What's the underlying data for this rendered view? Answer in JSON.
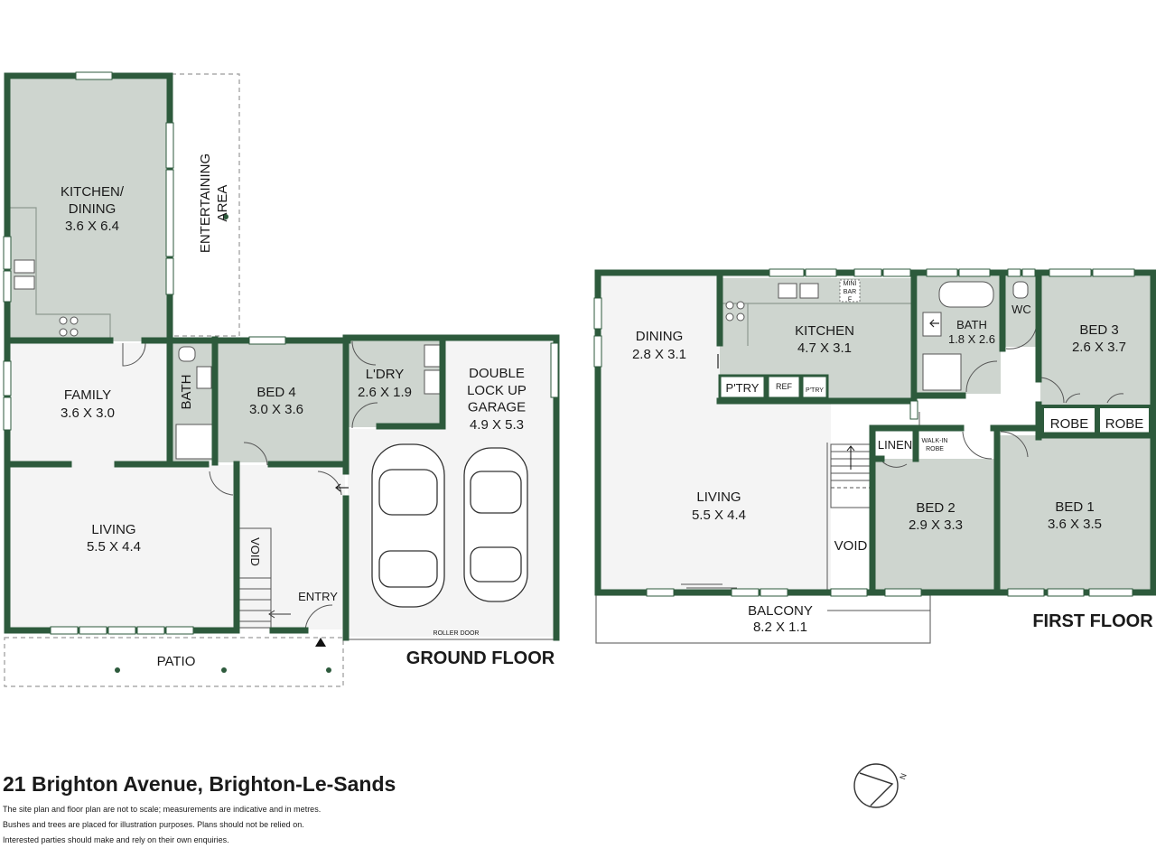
{
  "ground_floor": {
    "label": "GROUND FLOOR",
    "rooms": {
      "kitchen_dining": {
        "name": "KITCHEN/\nDINING",
        "size": "3.6 X 6.4"
      },
      "entertaining": {
        "name": "ENTERTAINING\nAREA"
      },
      "family": {
        "name": "FAMILY",
        "size": "3.6 X 3.0"
      },
      "bath": {
        "name": "BATH"
      },
      "bed4": {
        "name": "BED 4",
        "size": "3.0 X 3.6"
      },
      "laundry": {
        "name": "L'DRY",
        "size": "2.6 X 1.9"
      },
      "garage": {
        "name": "DOUBLE\nLOCK UP\nGARAGE",
        "size": "4.9 X 5.3"
      },
      "living": {
        "name": "LIVING",
        "size": "5.5 X 4.4"
      },
      "void": {
        "name": "VOID"
      },
      "entry": {
        "name": "ENTRY"
      },
      "patio": {
        "name": "PATIO"
      }
    },
    "roller_door": "ROLLER DOOR"
  },
  "first_floor": {
    "label": "FIRST FLOOR",
    "rooms": {
      "dining": {
        "name": "DINING",
        "size": "2.8 X 3.1"
      },
      "kitchen": {
        "name": "KITCHEN",
        "size": "4.7 X 3.1"
      },
      "bath": {
        "name": "BATH",
        "size": "1.8 X 2.6"
      },
      "wc": {
        "name": "WC"
      },
      "bed3": {
        "name": "BED 3",
        "size": "2.6 X 3.7"
      },
      "robe1": {
        "name": "ROBE"
      },
      "robe2": {
        "name": "ROBE"
      },
      "pantry1": {
        "name": "P'TRY"
      },
      "ref": {
        "name": "REF"
      },
      "pantry2": {
        "name": "P'TRY"
      },
      "linen": {
        "name": "LINEN"
      },
      "walkin": {
        "name": "WALK-IN\nROBE"
      },
      "living": {
        "name": "LIVING",
        "size": "5.5 X 4.4"
      },
      "void": {
        "name": "VOID"
      },
      "bed2": {
        "name": "BED 2",
        "size": "2.9 X 3.3"
      },
      "bed1": {
        "name": "BED 1",
        "size": "3.6 X 3.5"
      },
      "balcony": {
        "name": "BALCONY",
        "size": "8.2 X 1.1"
      }
    },
    "mini_bar": "MINI\nBAR\nF"
  },
  "footer": {
    "address": "21 Brighton Avenue, Brighton-Le-Sands",
    "disclaimer": [
      "The site plan and floor plan are not to scale; measurements are indicative and in metres.",
      "Bushes and trees are placed for illustration purposes. Plans should not be relied on.",
      "Interested parties should make and rely on their own enquiries."
    ]
  },
  "compass": {
    "letter": "N"
  },
  "colors": {
    "wall": "#2d5a3c",
    "room_fill": "#ced5cf",
    "living_fill": "#f4f4f4",
    "ink": "#1a1a1a"
  }
}
